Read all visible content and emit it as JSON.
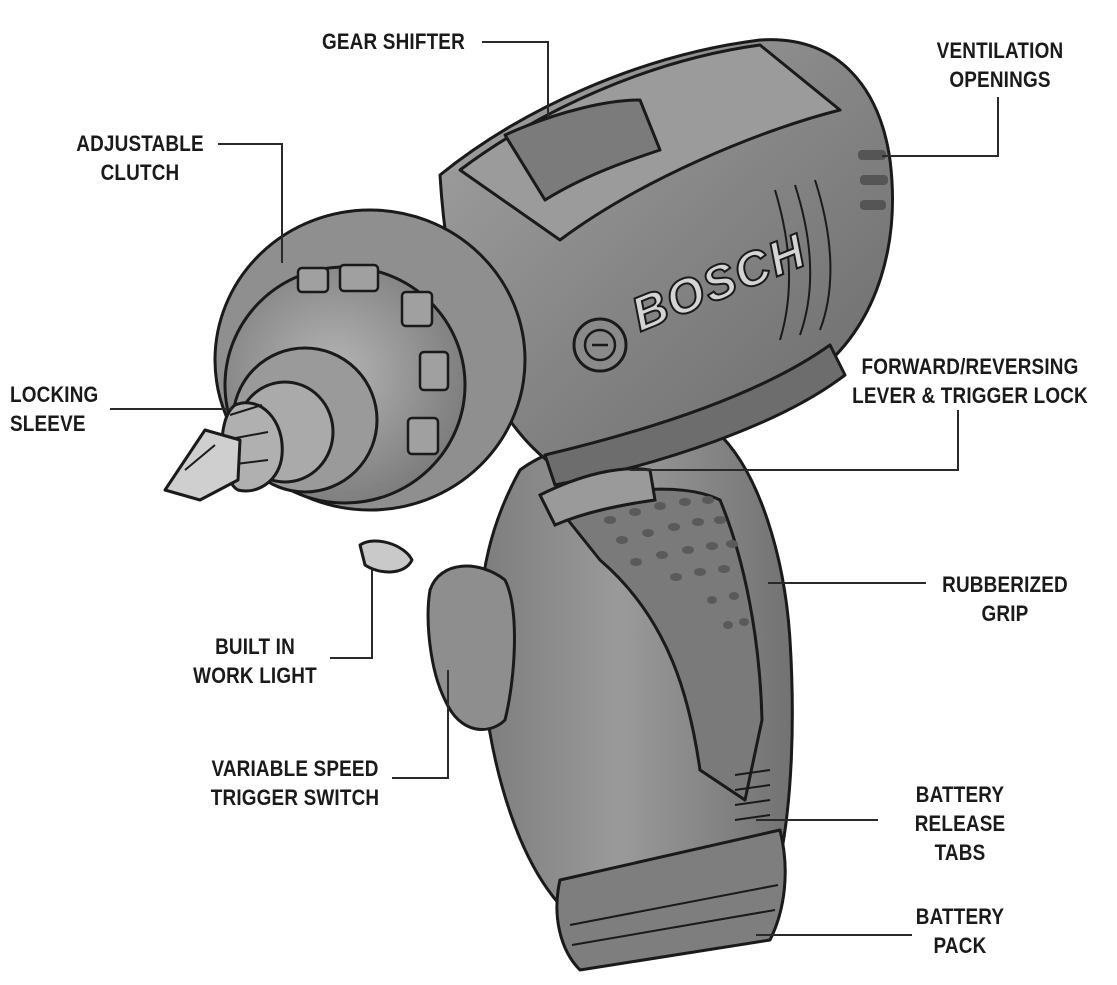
{
  "brand_text": "BOSCH",
  "labels": {
    "gear_shifter": [
      "GEAR SHIFTER"
    ],
    "ventilation_openings": [
      "VENTILATION",
      "OPENINGS"
    ],
    "adjustable_clutch": [
      "ADJUSTABLE",
      "CLUTCH"
    ],
    "locking_sleeve": [
      "LOCKING",
      "SLEEVE"
    ],
    "forward_reversing": [
      "FORWARD/REVERSING",
      "LEVER & TRIGGER LOCK"
    ],
    "rubberized_grip": [
      "RUBBERIZED",
      "GRIP"
    ],
    "built_in_work_light": [
      "BUILT IN",
      "WORK LIGHT"
    ],
    "variable_speed": [
      "VARIABLE SPEED",
      "TRIGGER SWITCH"
    ],
    "battery_release_tabs": [
      "BATTERY",
      "RELEASE",
      "TABS"
    ],
    "battery_pack": [
      "BATTERY",
      "PACK"
    ]
  },
  "colors": {
    "body_dark": "#6f6f6f",
    "body_mid": "#8c8c8c",
    "body_light": "#a8a8a8",
    "outline": "#1a1a1a",
    "leader": "#2a2a2a"
  }
}
